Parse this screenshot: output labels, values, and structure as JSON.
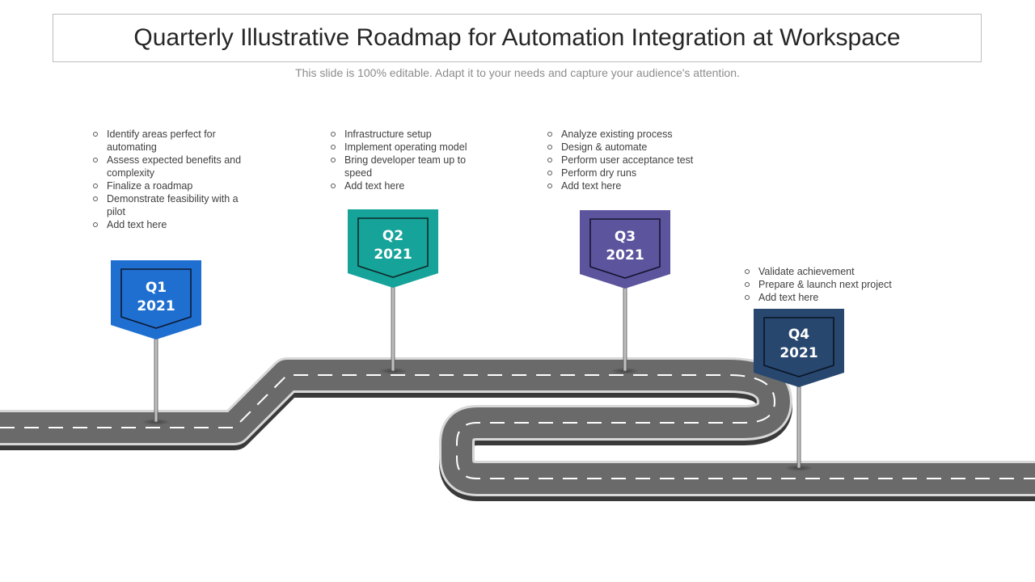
{
  "title": "Quarterly Illustrative Roadmap for Automation Integration at Workspace",
  "subtitle": "This slide is 100% editable. Adapt it to your needs and capture your audience's attention.",
  "milestones": [
    {
      "quarter": "Q1",
      "year": "2021",
      "color": "#1f6fd1",
      "items": [
        "Identify areas perfect for automating",
        "Assess expected benefits and complexity",
        "Finalize a roadmap",
        "Demonstrate feasibility with a pilot",
        "Add text here"
      ]
    },
    {
      "quarter": "Q2",
      "year": "2021",
      "color": "#16a39a",
      "items": [
        "Infrastructure setup",
        "Implement operating model",
        "Bring developer team up to speed",
        "Add text here"
      ]
    },
    {
      "quarter": "Q3",
      "year": "2021",
      "color": "#5c559e",
      "items": [
        "Analyze existing process",
        "Design & automate",
        "Perform user acceptance test",
        "Perform dry runs",
        "Add text here"
      ]
    },
    {
      "quarter": "Q4",
      "year": "2021",
      "color": "#28476f",
      "items": [
        "Validate achievement",
        "Prepare & launch next project",
        "Add text here"
      ]
    }
  ]
}
